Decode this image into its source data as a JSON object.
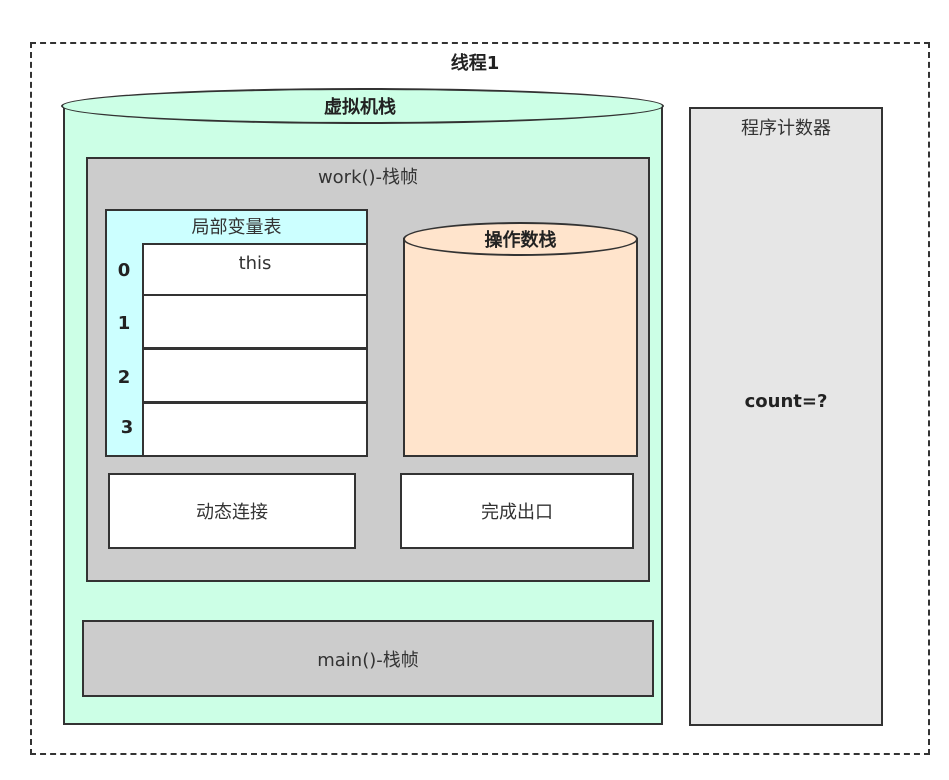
{
  "thread": {
    "title": "线程1"
  },
  "vm_stack": {
    "label": "虚拟机栈",
    "work_frame": {
      "label": "work()-栈帧",
      "local_vars": {
        "title": "局部变量表",
        "rows": [
          {
            "index": "0",
            "value": "this"
          },
          {
            "index": "1",
            "value": ""
          },
          {
            "index": "2",
            "value": ""
          },
          {
            "index": "3",
            "value": ""
          }
        ]
      },
      "operand_stack": {
        "label": "操作数栈"
      },
      "dynamic_link": {
        "label": "动态连接"
      },
      "return_address": {
        "label": "完成出口"
      }
    },
    "main_frame": {
      "label": "main()-栈帧"
    }
  },
  "program_counter": {
    "title": "程序计数器",
    "value": "count=?"
  },
  "colors": {
    "vm_stack_fill": "#ccffe6",
    "frame_fill": "#cccccc",
    "local_vars_fill": "#ccffff",
    "operand_stack_fill": "#ffe4cc",
    "pc_fill": "#e6e6e6"
  }
}
